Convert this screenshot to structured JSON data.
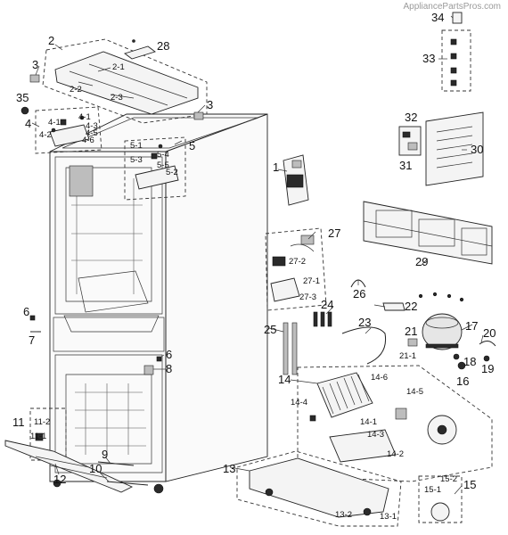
{
  "watermark": "AppliancePartsPros.com",
  "callouts": {
    "c1": "1",
    "c2": "2",
    "c2_1": "2-1",
    "c2_2": "2-2",
    "c2_3": "2-3",
    "c3a": "3",
    "c3b": "3",
    "c4": "4",
    "c4_1a": "4-1",
    "c4_1b": "4-1",
    "c4_2": "4-2",
    "c4_3": "4-3",
    "c4_5": "4-5",
    "c4_6": "4-6",
    "c5": "5",
    "c5_1": "5-1",
    "c5_2": "5-2",
    "c5_3": "5-3",
    "c5_4": "5-4",
    "c5_5": "5-5",
    "c6a": "6",
    "c6b": "6",
    "c7": "7",
    "c8": "8",
    "c9": "9",
    "c10": "10",
    "c11": "11",
    "c11_1": "11-1",
    "c11_2": "11-2",
    "c12": "12",
    "c13": "13",
    "c13_1": "13-1",
    "c13_2": "13-2",
    "c14": "14",
    "c14_1": "14-1",
    "c14_2": "14-2",
    "c14_3": "14-3",
    "c14_4": "14-4",
    "c14_5": "14-5",
    "c14_6": "14-6",
    "c15": "15",
    "c15_1": "15-1",
    "c15_2": "15-2",
    "c16": "16",
    "c17": "17",
    "c18": "18",
    "c19": "19",
    "c20": "20",
    "c21": "21",
    "c21_1": "21-1",
    "c22": "22",
    "c23": "23",
    "c24": "24",
    "c25": "25",
    "c26": "26",
    "c27": "27",
    "c27_1": "27-1",
    "c27_2": "27-2",
    "c27_3": "27-3",
    "c28": "28",
    "c29": "29",
    "c30": "30",
    "c31": "31",
    "c32": "32",
    "c33": "33",
    "c34": "34",
    "c35": "35"
  }
}
